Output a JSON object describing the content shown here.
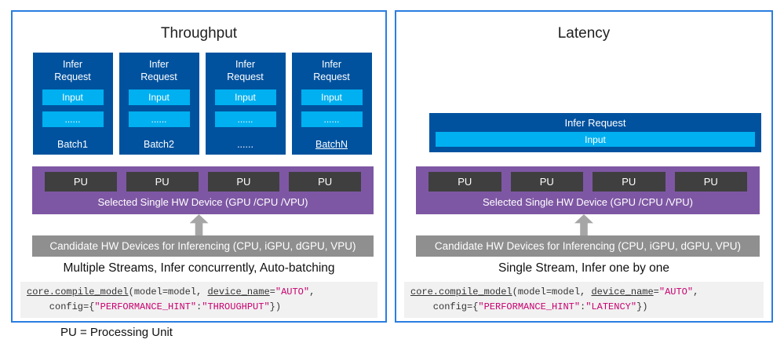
{
  "colors": {
    "panel_border": "#2a7de1",
    "dark_blue": "#00529f",
    "cyan": "#00b0f0",
    "purple": "#7e57a4",
    "pu_dark": "#3f3f3f",
    "gray_bar": "#8f8f8f",
    "arrow_gray": "#a6a6a6",
    "code_string": "#c7006f"
  },
  "footnote": "PU = Processing Unit",
  "shared": {
    "infer_request": "Infer Request",
    "input": "Input",
    "dots": "......",
    "pu": "PU",
    "selected_device": "Selected Single HW Device (GPU /CPU /VPU)",
    "candidate_devices": "Candidate HW Devices for Inferencing (CPU, iGPU, dGPU, VPU)"
  },
  "throughput": {
    "title": "Throughput",
    "batch_labels": [
      "Batch1",
      "Batch2",
      "......",
      "BatchN"
    ],
    "description": "Multiple Streams, Infer concurrently, Auto-batching",
    "code": {
      "fn": "core.compile_model",
      "open_args": "(model=model, ",
      "param": "device_name",
      "eq": "=",
      "arg_value": "\"AUTO\"",
      "comma": ",",
      "line2_prefix": "    config={",
      "key": "\"PERFORMANCE_HINT\"",
      "colon": ":",
      "value": "\"THROUGHPUT\"",
      "close": "})"
    }
  },
  "latency": {
    "title": "Latency",
    "description": "Single Stream, Infer one by one",
    "code": {
      "fn": "core.compile_model",
      "open_args": "(model=model, ",
      "param": "device_name",
      "eq": "=",
      "arg_value": "\"AUTO\"",
      "comma": ",",
      "line2_prefix": "    config={",
      "key": "\"PERFORMANCE_HINT\"",
      "colon": ":",
      "value": "\"LATENCY\"",
      "close": "})"
    }
  }
}
